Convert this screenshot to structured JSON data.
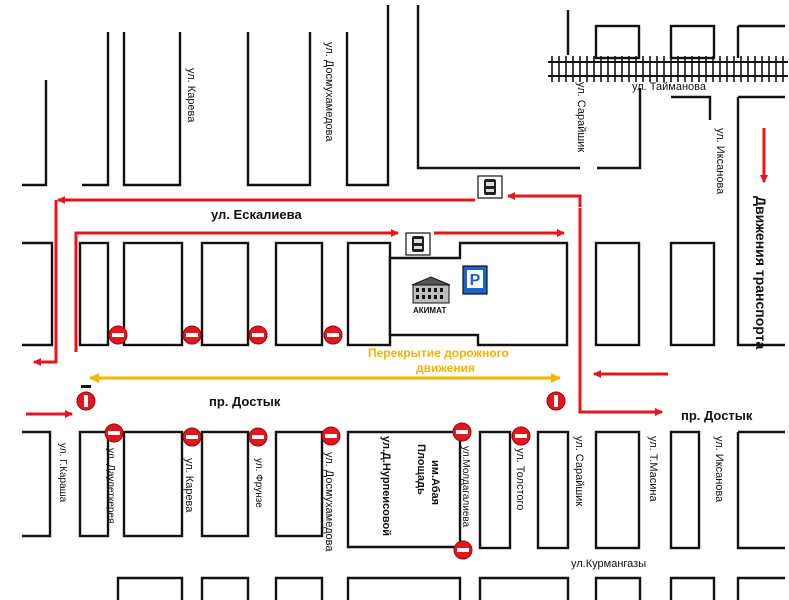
{
  "streets": {
    "eskalieva": "ул. Ескалиева",
    "dostyk_center": "пр. Достык",
    "dostyk_right": "пр. Достык",
    "taimanova": "ул. Тайманова",
    "kurmangazy": "ул.Курмангазы",
    "kareva_top": "ул. Карева",
    "dosmukhamedova_top": "ул. Досмухамедова",
    "saraishik_top": "ул. Сарайшик",
    "iksanova_top": "ул. Иксанова",
    "g_karasha": "ул. Г.Караша",
    "dauletkereya": "ул. Даулеткерея",
    "kareva_bottom": "ул. Карева",
    "frunze": "ул. Фрунзе",
    "dosmukhamedova_bottom": "ул. Досмухамедова",
    "d_nurpeisovoi": "ул.Д.Нурпеисовой",
    "moldagalieva": "ул.Молдагалиева",
    "tolstogo": "ул. Толстого",
    "saraishik_bottom": "ул. Сарайшик",
    "t_masina": "ул. Т.Масина",
    "iksanova_bottom": "ул. Иксанова"
  },
  "places": {
    "akimat": "АКИМАТ",
    "plaza_line1": "Площадь",
    "plaza_line2": "им.Абая"
  },
  "closure": {
    "line1": "Перекрытие дорожного",
    "line2": "движения"
  },
  "legend": {
    "traffic_direction": "Движения транспорта"
  },
  "colors": {
    "route": "#e8141b",
    "closure": "#f4b400",
    "parking": "#1e63c9",
    "no_entry": "#e8141b"
  },
  "icons": {
    "parking": "parking-sign-icon",
    "no_entry": "no-entry-sign-icon",
    "car": "car-icon",
    "building": "akimat-building-icon"
  }
}
